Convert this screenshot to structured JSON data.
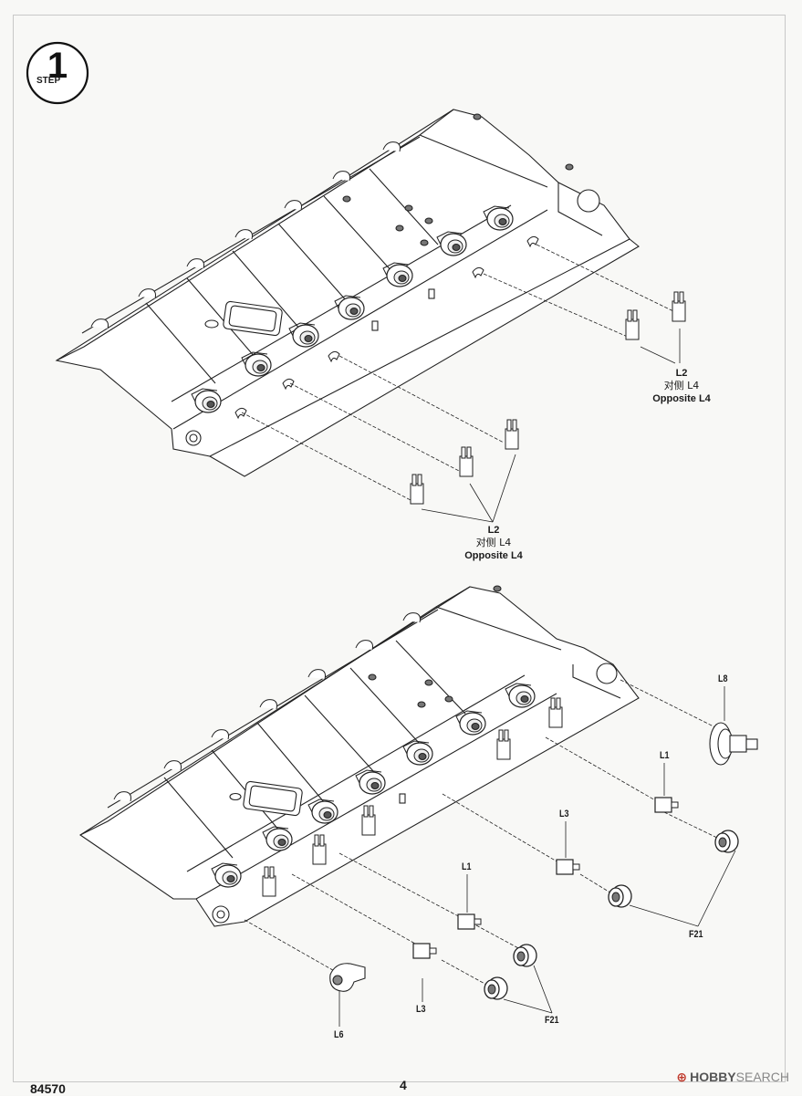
{
  "step": {
    "number": "1",
    "word": "STEP"
  },
  "top_assembly": {
    "callout": {
      "part": "L2",
      "opposite_cn": "对侧 L4",
      "opposite_en": "Opposite L4"
    },
    "callout_lower": {
      "part": "L2",
      "opposite_cn": "对侧 L4",
      "opposite_en": "Opposite L4"
    }
  },
  "bottom_assembly": {
    "labels": {
      "l8": "L8",
      "l1_right": "L1",
      "l3_right": "L3",
      "l1_left": "L1",
      "l3_left": "L3",
      "f21_right": "F21",
      "f21_left": "F21",
      "l6": "L6"
    }
  },
  "footer": {
    "kit_number": "84570",
    "page_number": "4",
    "watermark_brand": "HOBBY",
    "watermark_suffix": "SEARCH"
  }
}
